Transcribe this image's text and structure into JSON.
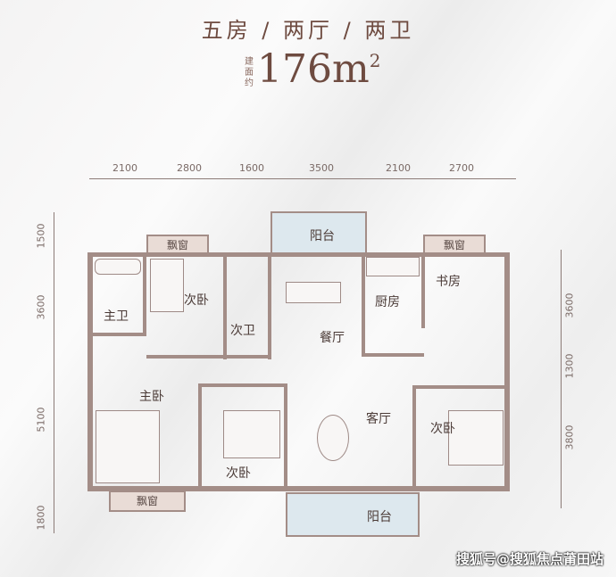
{
  "header": {
    "title": "五房 / 两厅 / 两卫",
    "area_label": "建面约",
    "area_value": "176m",
    "area_unit_sup": "2"
  },
  "dimensions": {
    "top": [
      "2100",
      "2800",
      "1600",
      "3500",
      "2100",
      "2700"
    ],
    "left": [
      "1500",
      "3600",
      "5100",
      "1800"
    ],
    "right": [
      "3600",
      "1300",
      "3800"
    ]
  },
  "rooms": {
    "balcony_top": "阳台",
    "bay_window_left": "飘窗",
    "bay_window_right": "飘窗",
    "bedroom_2": "次卧",
    "master_bath": "主卫",
    "second_bath": "次卫",
    "dining": "餐厅",
    "kitchen": "厨房",
    "study": "书房",
    "master_bedroom": "主卧",
    "bedroom_3": "次卧",
    "living": "客厅",
    "bedroom_4": "次卧",
    "bay_window_bottom": "飘窗",
    "balcony_bottom": "阳台"
  },
  "watermark": "搜狐号@搜狐焦点莆田站"
}
